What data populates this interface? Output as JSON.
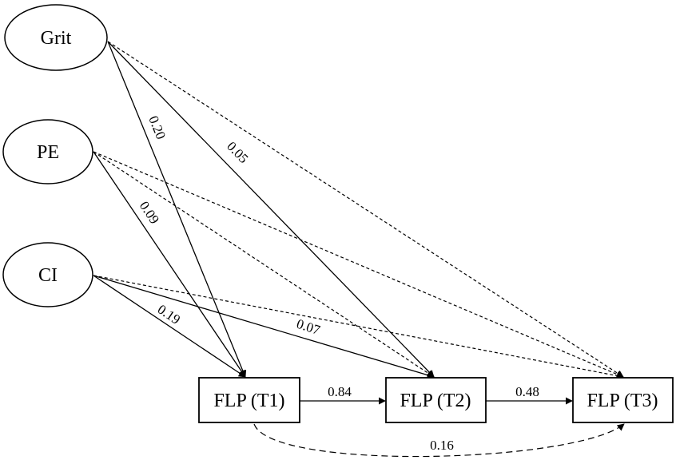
{
  "nodes": {
    "grit": "Grit",
    "pe": "PE",
    "ci": "CI",
    "flp_t1": "FLP (T1)",
    "flp_t2": "FLP (T2)",
    "flp_t3": "FLP (T3)"
  },
  "paths": {
    "grit_t1": "0.20",
    "grit_t2": "0.05",
    "pe_t1": "0.09",
    "ci_t1": "0.19",
    "ci_t2": "0.07",
    "t1_t2": "0.84",
    "t2_t3": "0.48",
    "t1_t3": "0.16"
  }
}
